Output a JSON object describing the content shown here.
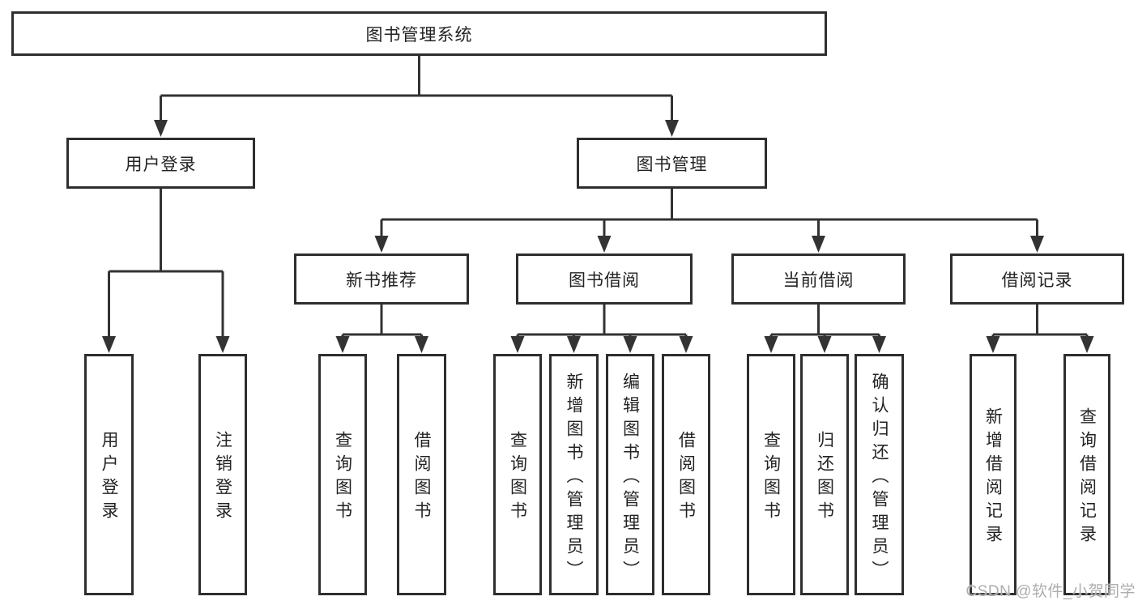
{
  "diagram": {
    "root": {
      "label": "图书管理系统"
    },
    "level2": [
      {
        "label": "用户登录"
      },
      {
        "label": "图书管理"
      }
    ],
    "level3": [
      {
        "label": "新书推荐"
      },
      {
        "label": "图书借阅"
      },
      {
        "label": "当前借阅"
      },
      {
        "label": "借阅记录"
      }
    ],
    "leaves": [
      {
        "label": "用户登录"
      },
      {
        "label": "注销登录"
      },
      {
        "label": "查询图书"
      },
      {
        "label": "借阅图书"
      },
      {
        "label": "查询图书"
      },
      {
        "label": "新增图书（管理员）"
      },
      {
        "label": "编辑图书（管理员）"
      },
      {
        "label": "借阅图书"
      },
      {
        "label": "查询图书"
      },
      {
        "label": "归还图书"
      },
      {
        "label": "确认归还（管理员）"
      },
      {
        "label": "新增借阅记录"
      },
      {
        "label": "查询借阅记录"
      }
    ],
    "colors": {
      "line": "#333333",
      "box_border": "#2e2e2e",
      "text": "#232323",
      "watermark": "#adadad",
      "background": "#ffffff"
    },
    "watermark": {
      "label": "CSDN @软件_小贺同学"
    }
  }
}
